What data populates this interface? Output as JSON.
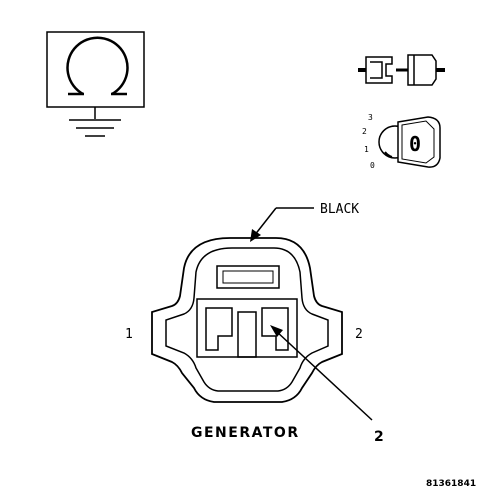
{
  "labels": {
    "wire_color": "BLACK",
    "pin_left": "1",
    "pin_right": "2",
    "connector_name": "GENERATOR",
    "callout": "2",
    "figure_id": "81361841"
  },
  "ignition_switch": {
    "positions": [
      "3",
      "2",
      "1",
      "0"
    ],
    "key_label": "0"
  },
  "icons": {
    "meter": "ohmmeter-icon",
    "ground": "ground-symbol-icon",
    "connector": "disconnected-connector-icon",
    "ignition": "ignition-key-icon"
  }
}
